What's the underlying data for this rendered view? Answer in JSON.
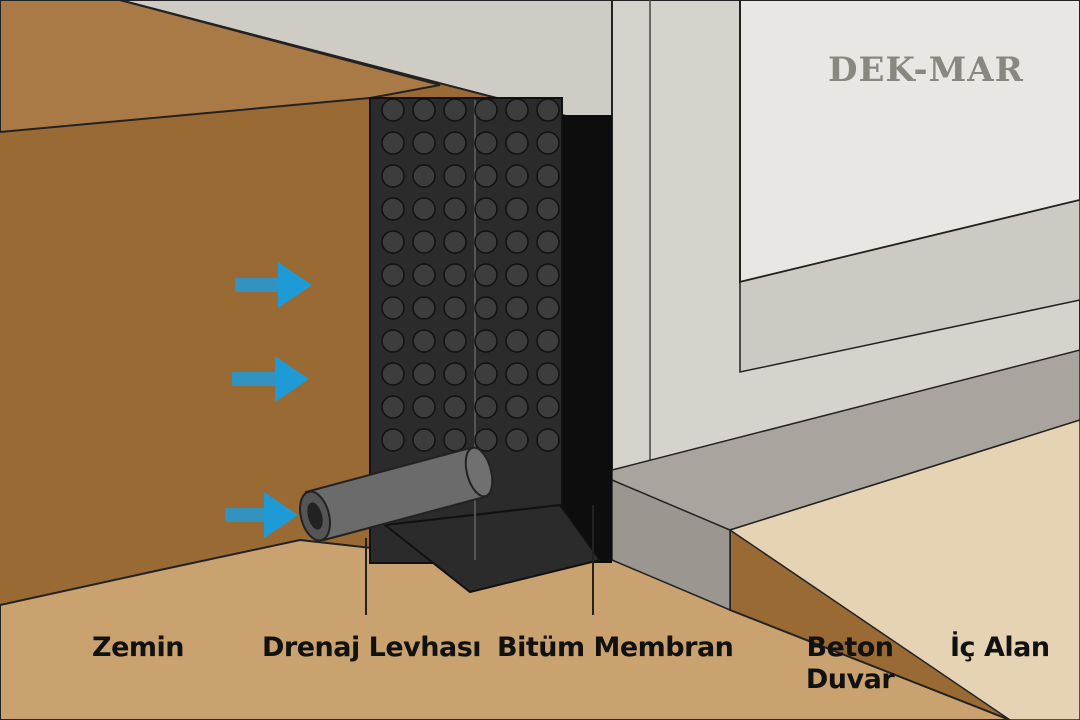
{
  "logo": "DEK-MAR",
  "labels": {
    "soil": "Zemin",
    "drainage_sheet": "Drenaj Levhası",
    "bitumen_membrane": "Bitüm Membran",
    "concrete_wall_line1": "Beton",
    "concrete_wall_line2": "Duvar",
    "interior": "İç Alan"
  },
  "colors": {
    "arrow": "#1e9ad6",
    "soil": "#9a6a35",
    "sand": "#c9a26f",
    "concrete": "#d5d1cb",
    "membrane": "#0d0d0d",
    "drainage": "#2b2b2b"
  }
}
